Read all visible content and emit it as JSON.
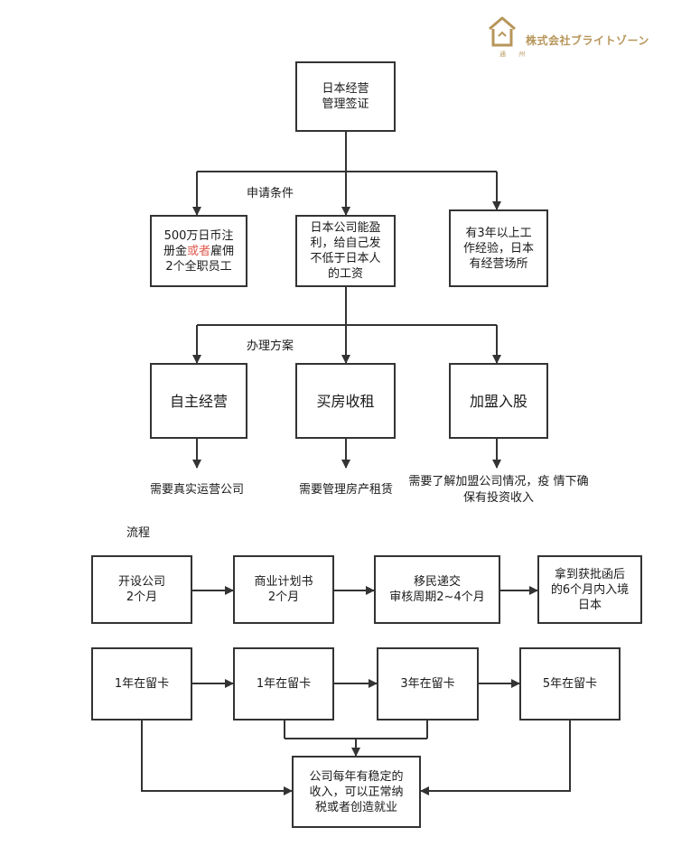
{
  "logo": {
    "company": "株式会社ブライトゾーン",
    "sub": "通 州",
    "colors": {
      "gold": "#b7965a"
    }
  },
  "root": {
    "line1": "日本经营",
    "line2": "管理签证"
  },
  "sections": {
    "conditions_label": "申请条件",
    "plans_label": "办理方案",
    "process_label": "流程"
  },
  "conditions": {
    "c1": {
      "line1": "500万日币注",
      "line2_pre": "册金",
      "line2_red": "或者",
      "line2_post": "雇佣",
      "line3": "2个全职员工"
    },
    "c2": {
      "line1": "日本公司能盈",
      "line2": "利，给自己发",
      "line3": "不低于日本人",
      "line4": "的工资"
    },
    "c3": {
      "line1": "有3年以上工",
      "line2": "作经验，日本",
      "line3": "有经营场所"
    }
  },
  "plans": {
    "p1": {
      "label": "自主经营",
      "note": "需要真实运营公司"
    },
    "p2": {
      "label": "买房收租",
      "note": "需要管理房产租赁"
    },
    "p3": {
      "label": "加盟入股",
      "note_line1": "需要了解加盟公司情况，疫",
      "note_line2": "情下确保有投资收入"
    }
  },
  "process": {
    "s1": {
      "line1": "开设公司",
      "line2": "2个月"
    },
    "s2": {
      "line1": "商业计划书",
      "line2": "2个月"
    },
    "s3": {
      "line1": "移民递交",
      "line2": "审核周期2~4个月"
    },
    "s4": {
      "line1": "拿到获批函后",
      "line2": "的6个月内入境",
      "line3": "日本"
    }
  },
  "residence": {
    "r1": "1年在留卡",
    "r2": "1年在留卡",
    "r3": "3年在留卡",
    "r4": "5年在留卡",
    "requirement": {
      "line1": "公司每年有稳定的",
      "line2": "收入，可以正常纳",
      "line3": "税或者创造就业"
    }
  },
  "colors": {
    "border": "#333333",
    "highlight": "#e05a4f"
  }
}
